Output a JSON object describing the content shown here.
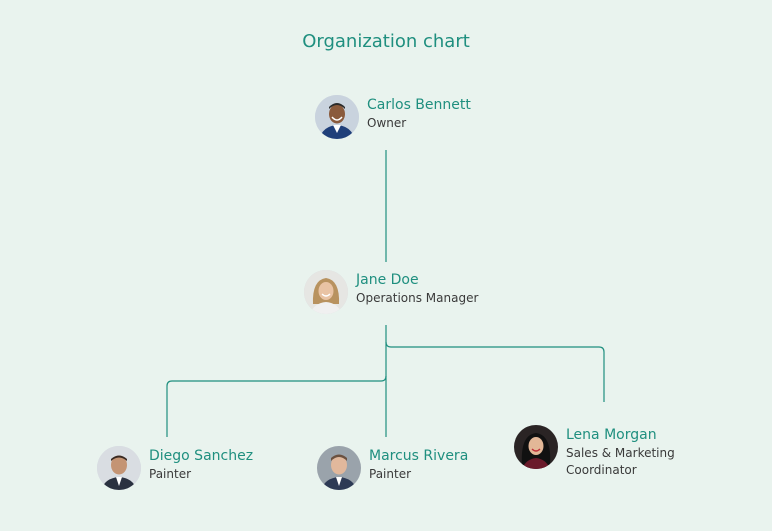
{
  "title": "Organization chart",
  "colors": {
    "accent": "#1f8f7f",
    "background": "#e9f3ee",
    "connector": "#1f8f7f",
    "role_text": "#3a3a3a"
  },
  "nodes": {
    "root": {
      "name": "Carlos Bennett",
      "role": "Owner"
    },
    "manager": {
      "name": "Jane Doe",
      "role": "Operations Manager"
    },
    "reports": [
      {
        "name": "Diego Sanchez",
        "role": "Painter"
      },
      {
        "name": "Marcus Rivera",
        "role": "Painter"
      },
      {
        "name": "Lena Morgan",
        "role": "Sales & Marketing Coordinator"
      }
    ]
  }
}
